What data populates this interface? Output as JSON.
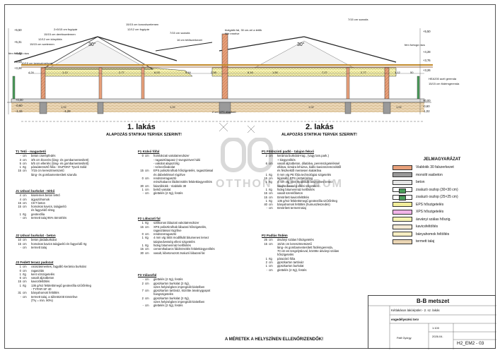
{
  "section": {
    "levels_left": [
      "+5,50",
      "+5,31",
      "+4,43",
      "+3,59",
      "+3,26",
      "+0,00",
      "-0,60",
      "-1,15",
      "-1,28"
    ],
    "levels_right": [
      "+5,50",
      "+4,28",
      "+3,76",
      "+3,26",
      "+0,00",
      "-0,60",
      "-1,02"
    ],
    "layer_notes": [
      "2×5/15 cm fogópár",
      "15/15 cm derékszelemen",
      "12/12 cm könyökfa",
      "15/15 cm szelemen",
      "fém fortogó rács",
      "10/15 cm keresztmetszet",
      "15/15 cm konzolszelemen",
      "12/12 cm fogópár",
      "7/15 cm szarufa",
      "16 cm tetőszerkezet",
      "tüzigátló fal, 30 cm-rel a tetők fölé emelve",
      "7/15 cm szarufa",
      "fém fortogó rács",
      "HEA200 acél gerenda",
      "15/15 cm födémgerenda",
      "2 cm XPS dilatáció"
    ],
    "angle_left": "30°",
    "angle_right": "30°",
    "dims_top": [
      "4,24",
      "12",
      "1,12",
      "12",
      "2,77",
      "6,03",
      "5,16",
      "2,08",
      "8,16",
      "1,50",
      "7,27",
      "12",
      "2,77",
      "1,12",
      "12",
      "50"
    ],
    "dims_bottom": [
      "1,02",
      "1,02",
      "1,02",
      "1,02"
    ],
    "unit1": "1. lakás",
    "unit2": "2. lakás",
    "statika": "ALAPOZÁS STATIKAI TERVEK SZERINT!"
  },
  "specs": {
    "T1": {
      "title": "T1    Tető - magastető",
      "rows": [
        [
          "-",
          "cm",
          "beton cserépfedés"
        ],
        [
          "3",
          "cm",
          "3/5 cm lécezés (láng- és gombamentesített)"
        ],
        [
          "5",
          "cm",
          "5/5 cm ellenléc (láng- és gombamentesített)"
        ],
        [
          "1",
          "rtg",
          "páraáteresztő fólia - DUPONT Tyvek Solid"
        ],
        [
          "15",
          "cm",
          "7/15 cm keresztmetszetű"
        ],
        [
          "",
          "",
          "láng- és gombamentesített szarufa"
        ]
      ]
    },
    "J1": {
      "title": "J1    Udvari burkolat - térkő",
      "rows": [
        [
          "4",
          "cm",
          "kiselemes beton térkő"
        ],
        [
          "4",
          "cm",
          "ágyazóhomok"
        ],
        [
          "15",
          "cm",
          "CKT beton"
        ],
        [
          "15",
          "cm",
          "homokos kavics, talajjavító"
        ],
        [
          "",
          "",
          "és fagyvédő réteg"
        ],
        [
          "1",
          "rtg",
          "geotextília"
        ],
        [
          "-",
          "cm",
          "termett talaj 95% tömörítés"
        ]
      ]
    },
    "J2": {
      "title": "J2    Udvari burkolat - beton",
      "rows": [
        [
          "10",
          "cm",
          "beton járdaburkolat"
        ],
        [
          "15",
          "cm",
          "homokos kavics talajjavító és fagyvédő rtg"
        ],
        [
          "-",
          "cm",
          "termett talaj"
        ]
      ]
    },
    "J3": {
      "title": "J3    Fedett terasz padozat",
      "rows": [
        [
          "1",
          "cm",
          "csúszásmentes, fagyálló kerámia burkolat"
        ],
        [
          "0",
          "cm",
          "ragasztás"
        ],
        [
          "1",
          "rtg",
          "kent vízszigetelés"
        ],
        [
          "6",
          "cm",
          "vasalt aljzatbeton"
        ],
        [
          "15",
          "cm",
          "kavicsfeltöltés"
        ],
        [
          "1",
          "rtg",
          "136 g/m2 felülettömegű geotextília szűrőréteg"
        ],
        [
          "",
          "",
          "- TYPAR SF 40"
        ],
        [
          "31",
          "cm",
          "bányahomok feltöltés"
        ],
        [
          "-",
          "cm",
          "termett talaj, a túlöntözött tömörítve"
        ],
        [
          "",
          "",
          "(Trγ = min. 90%)"
        ]
      ]
    },
    "F1": {
      "title": "F1    Külső főfal",
      "rows": [
        [
          "0",
          "cm",
          "homlokzati vakolatrendszer"
        ],
        [
          "",
          "",
          "- ragasztótapasz (+üvegszövet háló"
        ],
        [
          "",
          "",
          "- vakolat alapozórtg"
        ],
        [
          "",
          "",
          "- színezővakolat"
        ],
        [
          "15",
          "cm",
          "EPS polisztirolhab hőszigetelés, ragasztással"
        ],
        [
          "",
          "",
          "és dübeleléssel rögzítve"
        ],
        [
          "0",
          "cm",
          "rendszerragasztó"
        ],
        [
          "",
          "",
          "mészhabarcs fáldörzsölés felületkiegyenlítés"
        ],
        [
          "30",
          "cm",
          "falazóblokk - Viablokk 30"
        ],
        [
          "1",
          "cm",
          "belső vakolat"
        ],
        [
          "-",
          "cm",
          "glettelés (2 rtg), festés"
        ]
      ]
    },
    "F2": {
      "title": "F2    Lábazati fal",
      "rows": [
        [
          "1",
          "rtg",
          "szilikonos lábazati vakolatrendszer"
        ],
        [
          "15",
          "cm",
          "XPS polisztirolhab lábazati hőszigetelés,"
        ],
        [
          "",
          "",
          "ragasztással rögzítve"
        ],
        [
          "0",
          "cm",
          "rendszerragasztó"
        ],
        [
          "1",
          "rtg",
          "4 mm vtg SBS modifikált bitumenes lemez"
        ],
        [
          "",
          "",
          "talajnedvesség elleni szigetelés"
        ],
        [
          "1",
          "rtg",
          "hideg bitumenmáz kellősítés"
        ],
        [
          "15",
          "cm",
          "cementhabarcs fáldörzsölés felületkiegyenlítés"
        ],
        [
          "30",
          "cm",
          "vasalt, kibetonozott zsaluzó lábazati fal"
        ]
      ]
    },
    "F3": {
      "title": "F3    Válaszfal",
      "rows": [
        [
          "-",
          "cm",
          "glettelés (2 rtg), festés"
        ],
        [
          "2",
          "cm",
          "gipszkarton burkolat (2 rtg),"
        ],
        [
          "",
          "",
          "vizes helyiségben impregnált kivitelben"
        ],
        [
          "7",
          "cm",
          "gipszkarton tartóváz, közötte ásványgyapot"
        ],
        [
          "",
          "",
          "hangszigetelés"
        ],
        [
          "2",
          "cm",
          "gipszkarton burkolat (2 rtg),"
        ],
        [
          "",
          "",
          "vizes helyiségben impregnált kivitelben"
        ],
        [
          "-",
          "cm",
          "glettelés (2 rtg), festés"
        ]
      ]
    },
    "P1": {
      "title": "P1    Földszinti padló - talajon fekvő",
      "rows": [
        [
          "2",
          "cm",
          "kerámia burkolat+rag., (vagy lam.park.)"
        ],
        [
          "",
          "",
          "+ kiegyenlítés"
        ],
        [
          "6",
          "cm",
          "vasalt aljzatbeton, dilatálva, peremszigeteléssel"
        ],
        [
          "",
          "",
          "ellátva, simára lehúzva, kiállo kavicsszemcséktől"
        ],
        [
          "",
          "",
          "és fészkektől mentesen kialakítva"
        ],
        [
          "1",
          "rtg",
          "0 mm vtg PE fólia technológiai szigetelés"
        ],
        [
          "15",
          "cm",
          "lépésálló EPS úsztatóréteg"
        ],
        [
          "1",
          "rtg",
          "4 mm vtg SBS modifikált bitumenes lemez"
        ],
        [
          "",
          "",
          "talajnedvesség elleni szigetelés"
        ],
        [
          "1",
          "rtg",
          "hideg bitumenmáz kellősítés"
        ],
        [
          "15",
          "cm",
          "vasalt szerelőbeton"
        ],
        [
          "15",
          "cm",
          "tömörített kavicsfeltöltés"
        ],
        [
          "1",
          "rtg",
          "136 g/m2 felülettömegű geotextília szűrőréteg"
        ],
        [
          "40",
          "cm",
          "bányahomok feltöltés (humuszleszedés)"
        ],
        [
          "-",
          "cm",
          "tömörített termett talaj"
        ]
      ]
    },
    "P2": {
      "title": "P2    Padlás födém",
      "rows": [
        [
          "25",
          "cm",
          "ásványi szálas hőszigetelés"
        ],
        [
          "15",
          "cm",
          "15/15 cm keresztmetszetű"
        ],
        [
          "",
          "",
          "láng- és gombamentesített födémgerenda,"
        ],
        [
          "",
          "",
          "70 cm-es tengelytávval, közötte ásványi szálas"
        ],
        [
          "",
          "",
          "hőszigetelés"
        ],
        [
          "1",
          "rtg",
          "párazáró fólia"
        ],
        [
          "2",
          "cm",
          "gipszkarton tartóváz"
        ],
        [
          "1",
          "cm",
          "gipszkarton burkolat"
        ],
        [
          "-",
          "cm",
          "glettelés (2 rtg), festés"
        ]
      ]
    }
  },
  "legend": {
    "title": "JELMAGYARÁZAT",
    "items": [
      {
        "label": "Viablokk 30 falszerkezet",
        "color": "#e8a07a"
      },
      {
        "label": "monolit vasbeton",
        "color": "#9a9a9a"
      },
      {
        "label": "beton",
        "color": "#e6e6e6"
      },
      {
        "label": "zsaluzó oszlop (30×30 cm)",
        "color": "#4a9d5a"
      },
      {
        "label": "zsaluzó oszlop (25×25 cm)",
        "color": "#4a9d5a"
      },
      {
        "label": "EPS hőszigetelés",
        "color": "#f2ee9a"
      },
      {
        "label": "XPS hőszigetelés",
        "color": "#f1b3e8"
      },
      {
        "label": "ásványi szálas hőszig.",
        "color": "#f6f3b3"
      },
      {
        "label": "kavicsfeltöltés",
        "color": "#f4ead4"
      },
      {
        "label": "bányahomok feltöltés",
        "color": "#f6edc2"
      },
      {
        "label": "termett talaj",
        "color": "#ead5b4"
      }
    ]
  },
  "titleblock": {
    "sheet_title": "B-B metszet",
    "project": "Kétlakásos lakóépület - 2. sz. lakás",
    "phase": "engedélyezési terv",
    "scale": "1:100",
    "date": "2026.04.",
    "designer": "Pálfi György",
    "sheet_no": "H2_EM2 - 03"
  },
  "watermark": "OTTHON CENTRUM",
  "warning": "A MÉRETEK A HELYSZÍNEN ELLENŐRIZENDŐK!"
}
